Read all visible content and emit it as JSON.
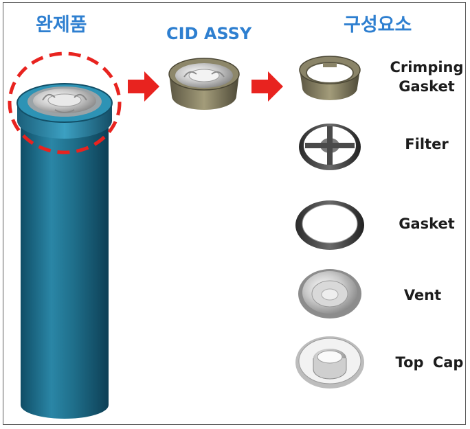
{
  "titles": {
    "finished_product": "완제품",
    "cid_assy": "CID ASSY",
    "components": "구성요소"
  },
  "components": [
    {
      "label_line1": "Crimping",
      "label_line2": "Gasket"
    },
    {
      "label_line1": "Filter"
    },
    {
      "label_line1": "Gasket"
    },
    {
      "label_line1": "Vent"
    },
    {
      "label_line1": "Top Cap"
    }
  ],
  "colors": {
    "title_blue": "#2e7fd0",
    "cell_body": "#1f6f8b",
    "highlight_dash": "#e8231f",
    "arrow": "#e8231f"
  }
}
